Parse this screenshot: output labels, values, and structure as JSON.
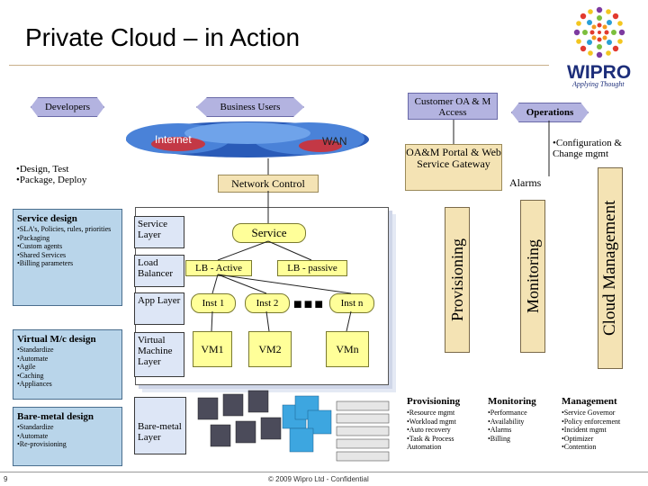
{
  "slide": {
    "title": "Private Cloud – in Action",
    "page_number": "9",
    "footer": "© 2009 Wipro Ltd - Confidential"
  },
  "logo": {
    "name": "WIPRO",
    "tagline": "Applying Thought"
  },
  "top_labels": {
    "developers": "Developers",
    "business_users": "Business Users",
    "customer_access": "Customer OA & M Access",
    "operations": "Operations"
  },
  "network": {
    "internet": "Internet",
    "wan": "WAN",
    "network_control": "Network Control",
    "portal": "OA&M Portal & Web Service Gateway",
    "alarms": "Alarms",
    "config_note": "•Configuration & Change mgmt"
  },
  "dev_notes": {
    "line1": "•Design, Test",
    "line2": "•Package, Deploy"
  },
  "left_panels": {
    "service_design": {
      "title": "Service design",
      "items": [
        "•SLA's, Policies, rules, priorities",
        "•Packaging",
        "•Custom agents",
        "•Shared Services",
        "•Billing parameters"
      ]
    },
    "virtual_mc": {
      "title": "Virtual M/c design",
      "items": [
        "•Standardize",
        "•Automate",
        "•Agile",
        "•Caching",
        "•Appliances"
      ]
    },
    "bare_metal": {
      "title": "Bare-metal design",
      "items": [
        "•Standardize",
        "•Automate",
        "•Re-provisioning"
      ]
    }
  },
  "layers": {
    "service": "Service Layer",
    "load_balancer": "Load Balancer",
    "app": "App Layer",
    "virtual_machine": "Virtual Machine Layer",
    "bare_metal": "Bare-metal Layer"
  },
  "stack": {
    "service": "Service",
    "lb_active": "LB - Active",
    "lb_passive": "LB - passive",
    "inst1": "Inst 1",
    "inst2": "Inst 2",
    "instn": "Inst n",
    "vm1": "VM1",
    "vm2": "VM2",
    "vmn": "VMn"
  },
  "vertical_bars": {
    "provisioning": "Provisioning",
    "monitoring": "Monitoring",
    "cloud_management": "Cloud Management"
  },
  "bottom_lists": {
    "provisioning": {
      "title": "Provisioning",
      "items": [
        "•Resource mgmt",
        "•Workload mgmt",
        "•Auto recovery",
        "•Task & Process Automation"
      ]
    },
    "monitoring": {
      "title": "Monitoring",
      "items": [
        "•Performance",
        "•Availability",
        "•Alarms",
        "•Billing"
      ]
    },
    "management": {
      "title": "Management",
      "items": [
        "•Service Governor",
        "•Policy enforcement",
        "•Incident mgmt",
        "•Optimizer",
        "•Contention"
      ]
    }
  },
  "colors": {
    "pill": "#b3b3e0",
    "tan": "#f4e3b4",
    "panel_blue": "#b9d5ea",
    "yellow": "#ffff99",
    "logo_blue": "#1d2e7a"
  }
}
